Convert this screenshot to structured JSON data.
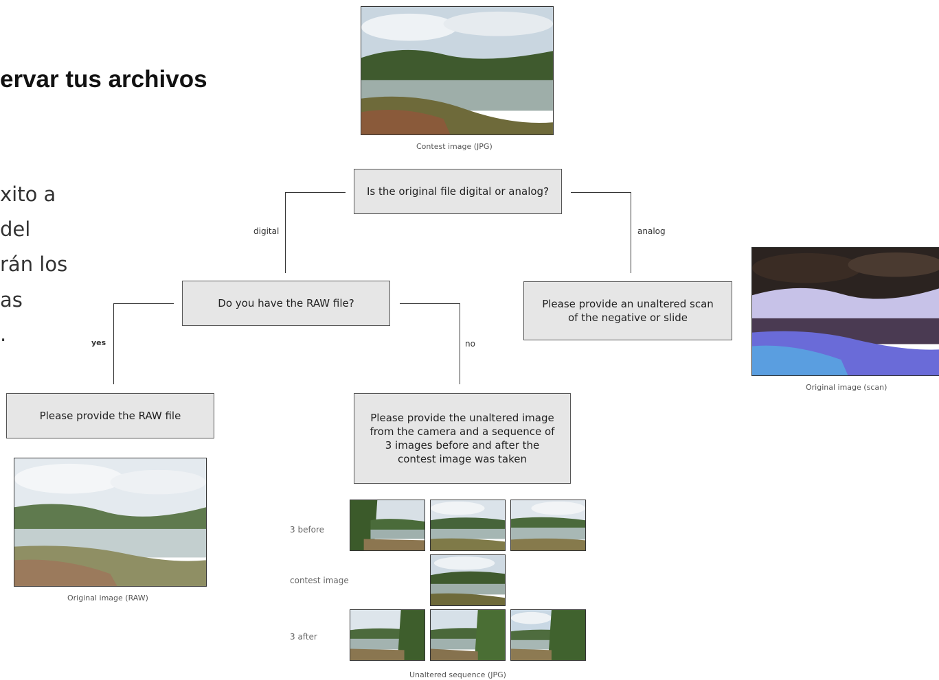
{
  "text_panel": {
    "heading": "ervar tus archivos",
    "lines": [
      "xito a",
      "del",
      "rán los",
      "as",
      "."
    ]
  },
  "flowchart": {
    "contest_caption": "Contest image (JPG)",
    "q1": "Is the original file digital or analog?",
    "branch_digital": "digital",
    "branch_analog": "analog",
    "q2": "Do you have the RAW file?",
    "analog_instruction": "Please provide an unaltered scan of the negative or slide",
    "branch_yes": "yes",
    "branch_no": "no",
    "raw_instruction": "Please provide the RAW file",
    "sequence_instruction": "Please provide the unaltered image from the camera and a sequence of 3 images before and after the contest image was taken",
    "raw_caption": "Original image (RAW)",
    "scan_caption": "Original image (scan)",
    "sequence": {
      "row_before": "3 before",
      "row_contest": "contest image",
      "row_after": "3 after",
      "caption": "Unaltered sequence (JPG)"
    }
  },
  "colors": {
    "box_fill": "#e6e6e6",
    "box_border": "#555555",
    "connector": "#333333"
  }
}
